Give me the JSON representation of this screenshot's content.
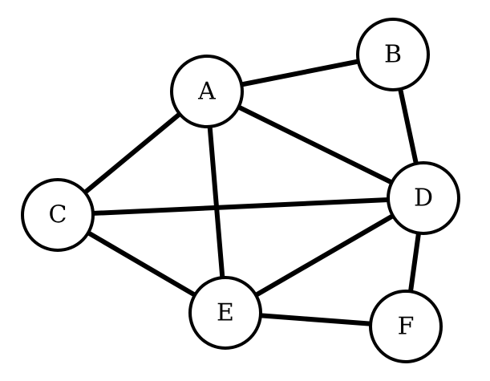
{
  "graph": {
    "nodes": [
      {
        "id": "A",
        "label": "A"
      },
      {
        "id": "B",
        "label": "B"
      },
      {
        "id": "C",
        "label": "C"
      },
      {
        "id": "D",
        "label": "D"
      },
      {
        "id": "E",
        "label": "E"
      },
      {
        "id": "F",
        "label": "F"
      }
    ],
    "edges": [
      {
        "from": "A",
        "to": "B"
      },
      {
        "from": "A",
        "to": "C"
      },
      {
        "from": "A",
        "to": "D"
      },
      {
        "from": "A",
        "to": "E"
      },
      {
        "from": "B",
        "to": "D"
      },
      {
        "from": "C",
        "to": "D"
      },
      {
        "from": "C",
        "to": "E"
      },
      {
        "from": "D",
        "to": "E"
      },
      {
        "from": "D",
        "to": "F"
      },
      {
        "from": "E",
        "to": "F"
      }
    ]
  }
}
